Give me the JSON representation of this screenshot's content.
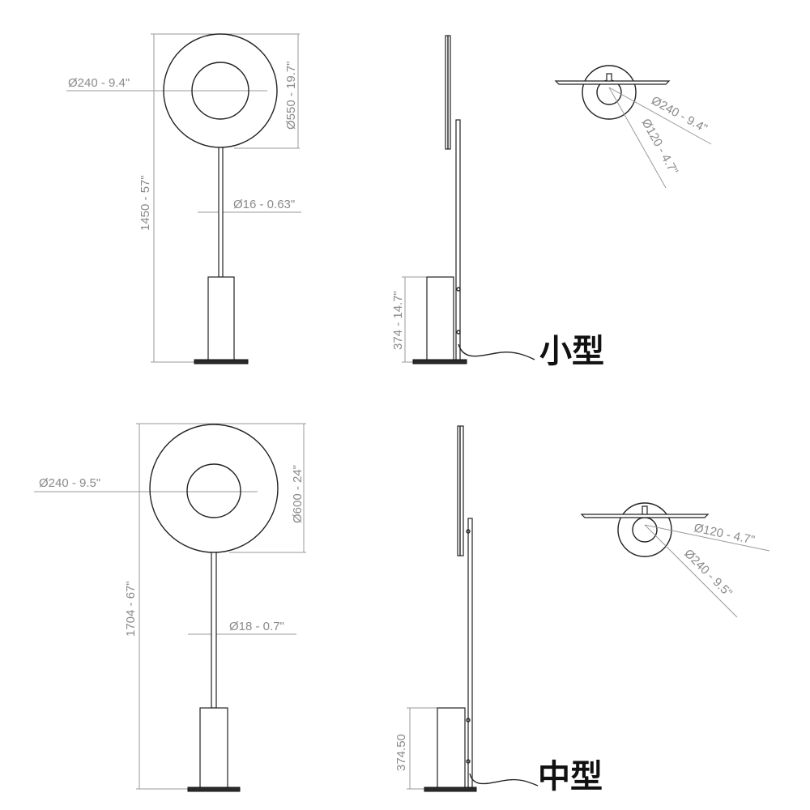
{
  "small": {
    "size_label": "小型",
    "front": {
      "inner_diameter": "Ø240 - 9.4\"",
      "outer_diameter": "Ø550 - 19.7\"",
      "total_height": "1450 - 57\"",
      "pole_diameter": "Ø16 - 0.63\""
    },
    "side": {
      "base_height": "374 - 14.7\""
    },
    "top": {
      "disc_diameter": "Ø240 - 9.4\"",
      "hub_diameter": "Ø120 - 4.7\""
    }
  },
  "medium": {
    "size_label": "中型",
    "front": {
      "inner_diameter": "Ø240 - 9.5\"",
      "outer_diameter": "Ø600 - 24\"",
      "total_height": "1704 - 67\"",
      "pole_diameter": "Ø18 - 0.7\""
    },
    "side": {
      "base_height": "374.50"
    },
    "top": {
      "hub_diameter": "Ø120 - 4.7\"",
      "disc_diameter": "Ø240 - 9.5\""
    }
  }
}
